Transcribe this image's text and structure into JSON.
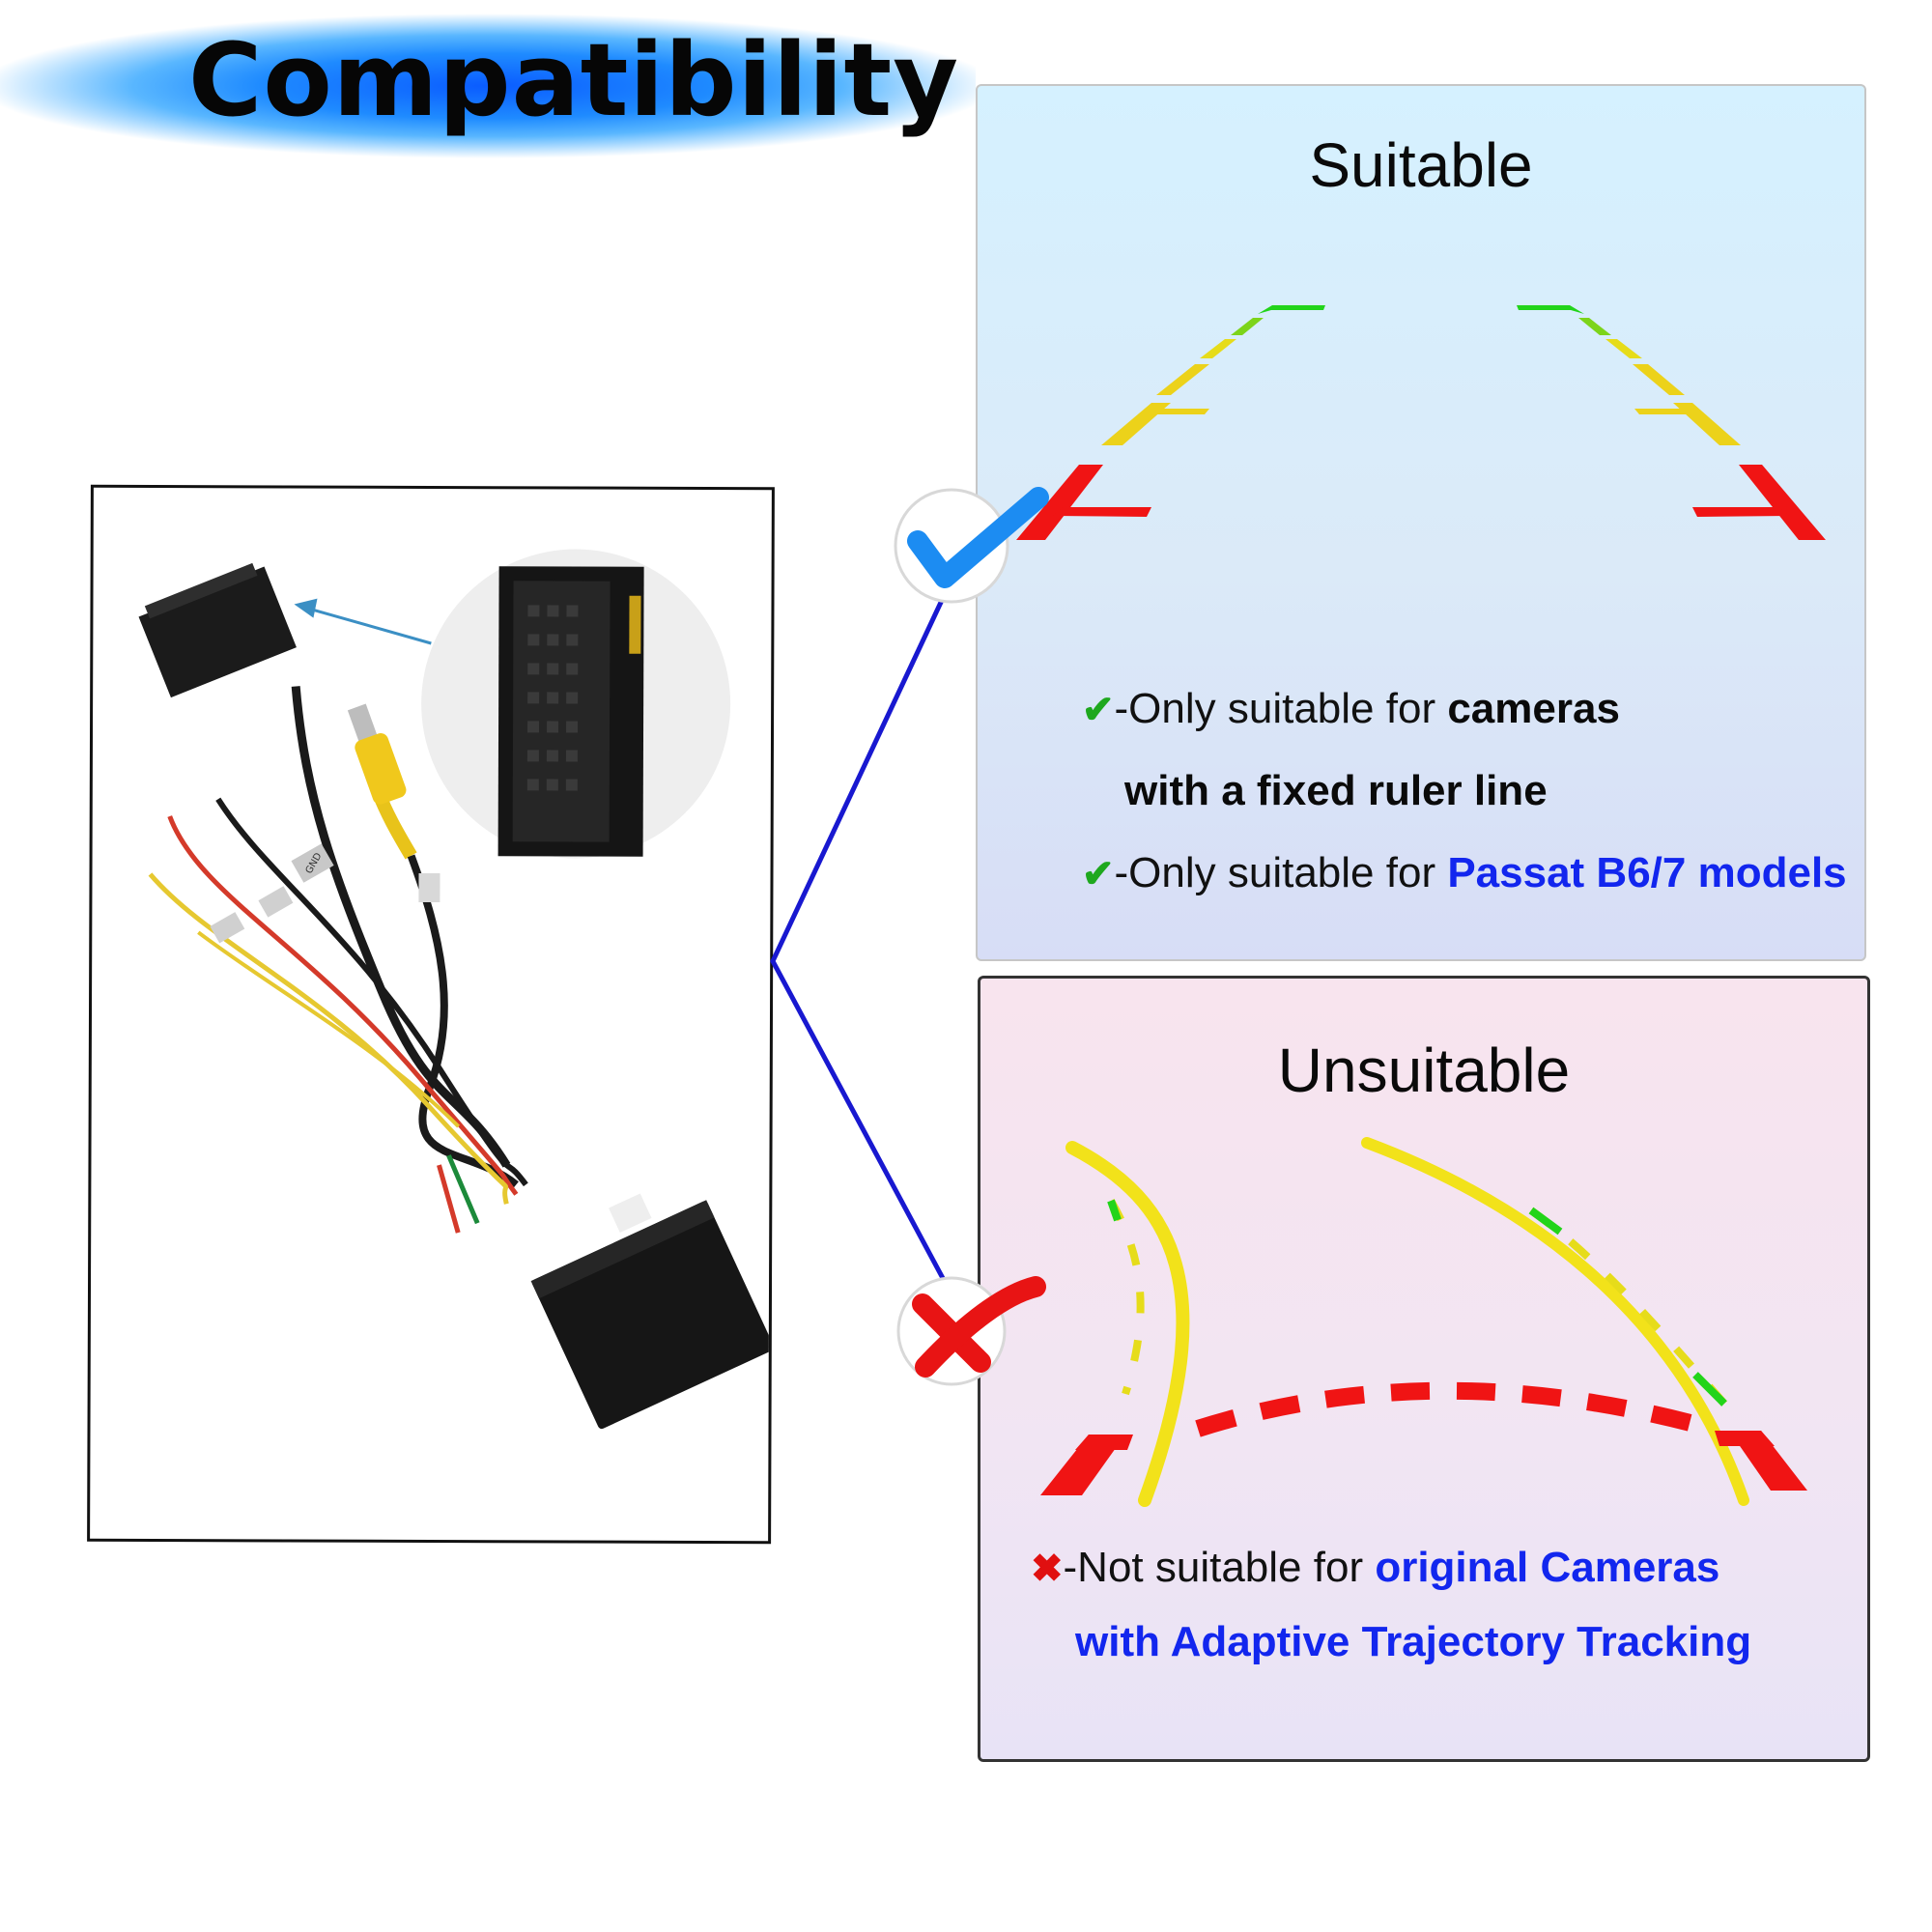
{
  "banner": {
    "title": "Compatibility"
  },
  "suitable": {
    "title": "Suitable",
    "line1": {
      "text": "-Only suitable for ",
      "emphasis": "cameras"
    },
    "line2": {
      "emphasis": "with a fixed ruler line"
    },
    "line3": {
      "text": "-Only suitable for ",
      "emphasis": "Passat B6/7 models"
    }
  },
  "unsuitable": {
    "title": "Unsuitable",
    "line1": {
      "text": "-Not suitable for ",
      "emphasis": "original Cameras"
    },
    "line2": {
      "emphasis": "with Adaptive Trajectory Tracking"
    }
  },
  "product": {
    "label_gnd": "GND"
  },
  "colors": {
    "banner_blue": "#0a5cff",
    "emphasis_blue": "#1226ee",
    "guide_red": "#f01414",
    "guide_yellow": "#f2e21a",
    "guide_green": "#22d41a",
    "connector_line": "#1818d0",
    "check_green": "#1ea81e",
    "cross_red": "#e01010"
  },
  "icons": {
    "suitable_badge": "checkmark-badge-icon",
    "unsuitable_badge": "cross-badge-icon",
    "bullet_check": "check-icon",
    "bullet_cross": "cross-icon"
  }
}
